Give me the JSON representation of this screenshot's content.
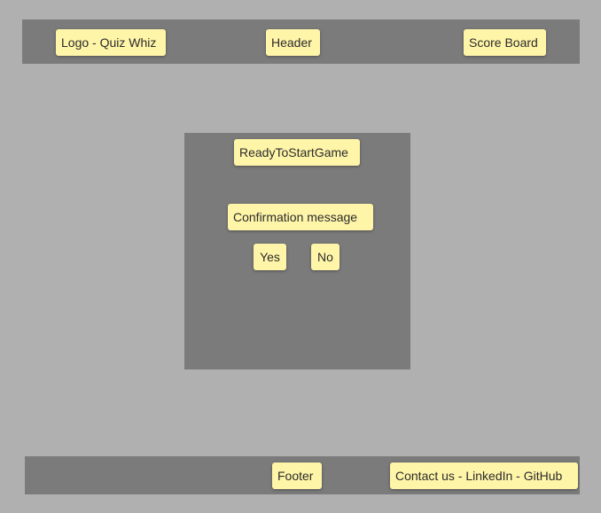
{
  "header": {
    "logo_label": "Logo - Quiz Whiz",
    "header_label": "Header",
    "scoreboard_label": "Score Board"
  },
  "panel": {
    "title": "ReadyToStartGame",
    "confirmation_message": "Confirmation message",
    "yes_label": "Yes",
    "no_label": "No"
  },
  "footer": {
    "footer_label": "Footer",
    "contact_label": "Contact us - LinkedIn - GitHub"
  },
  "colors": {
    "background": "#b0b0b0",
    "container": "#7b7b7b",
    "sticky_note": "#fff5a8"
  }
}
